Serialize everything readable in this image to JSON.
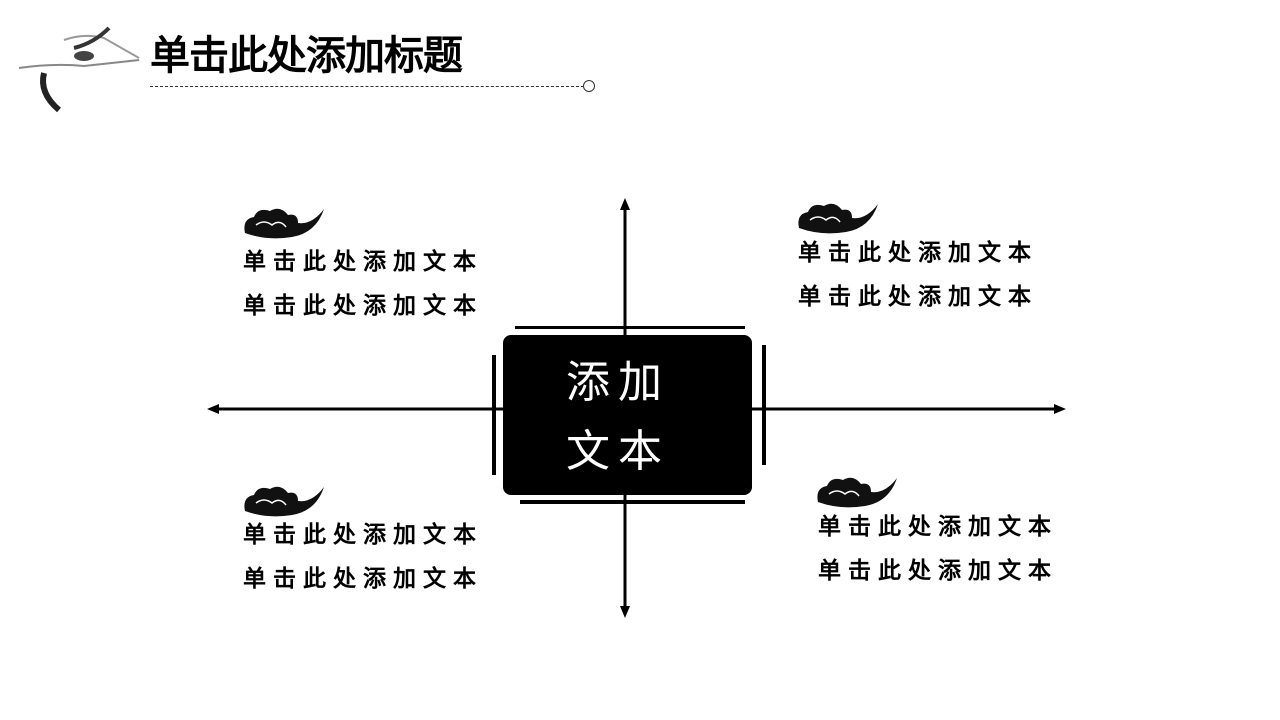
{
  "header": {
    "title": "单击此处添加标题",
    "logo_icon": "crane-icon"
  },
  "center": {
    "line1": "添加",
    "line2": "文本"
  },
  "blocks": [
    {
      "id": "top-left",
      "paragraphs": [
        "单击此处添加文本",
        "单击此处添加文本"
      ]
    },
    {
      "id": "top-right",
      "paragraphs": [
        "单击此处添加文本",
        "单击此处添加文本"
      ]
    },
    {
      "id": "bottom-left",
      "paragraphs": [
        "单击此处添加文本",
        "单击此处添加文本"
      ]
    },
    {
      "id": "bottom-right",
      "paragraphs": [
        "单击此处添加文本",
        "单击此处添加文本"
      ]
    }
  ]
}
